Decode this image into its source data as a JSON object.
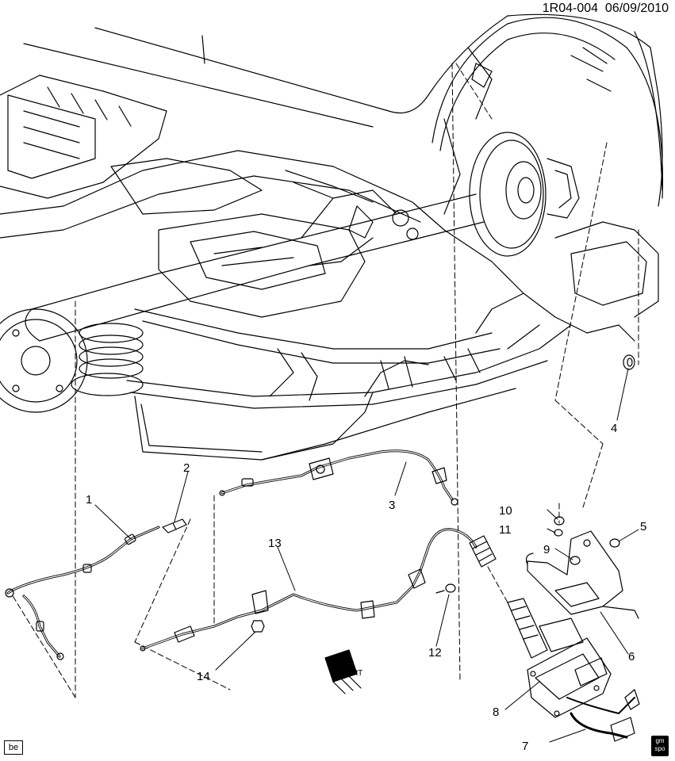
{
  "header": {
    "code": "1R04-004",
    "date": "06/09/2010"
  },
  "badge": "be",
  "logo": {
    "line1": "gm",
    "line2": "spo"
  },
  "front_arrow": "FRT",
  "callouts": [
    {
      "id": "1",
      "text": "1"
    },
    {
      "id": "2",
      "text": "2"
    },
    {
      "id": "3",
      "text": "3"
    },
    {
      "id": "4",
      "text": "4"
    },
    {
      "id": "5",
      "text": "5"
    },
    {
      "id": "6",
      "text": "6"
    },
    {
      "id": "7",
      "text": "7"
    },
    {
      "id": "8",
      "text": "8"
    },
    {
      "id": "9",
      "text": "9"
    },
    {
      "id": "10",
      "text": "10"
    },
    {
      "id": "11",
      "text": "11"
    },
    {
      "id": "12",
      "text": "12"
    },
    {
      "id": "13",
      "text": "13"
    },
    {
      "id": "14",
      "text": "14"
    }
  ]
}
